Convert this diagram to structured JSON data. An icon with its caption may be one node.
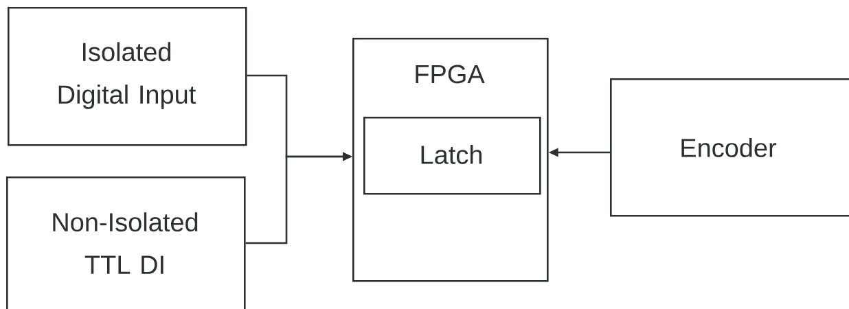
{
  "diagram": {
    "nodes": [
      {
        "text": [
          "Isolated Digital Input"
        ]
      },
      {
        "text": [
          "Non-Isolated TTL DI"
        ]
      },
      {
        "text": [
          "FPGA"
        ]
      },
      {
        "text": [
          "Latch"
        ],
        "in": 2
      },
      {
        "text": [
          "Encoder"
        ]
      }
    ],
    "edges": [
      {
        "from": 0,
        "to": 2,
        "arrow": "to"
      },
      {
        "from": 1,
        "to": 2,
        "arrow": "to"
      },
      {
        "from": 4,
        "to": 2,
        "arrow": "to"
      }
    ]
  }
}
